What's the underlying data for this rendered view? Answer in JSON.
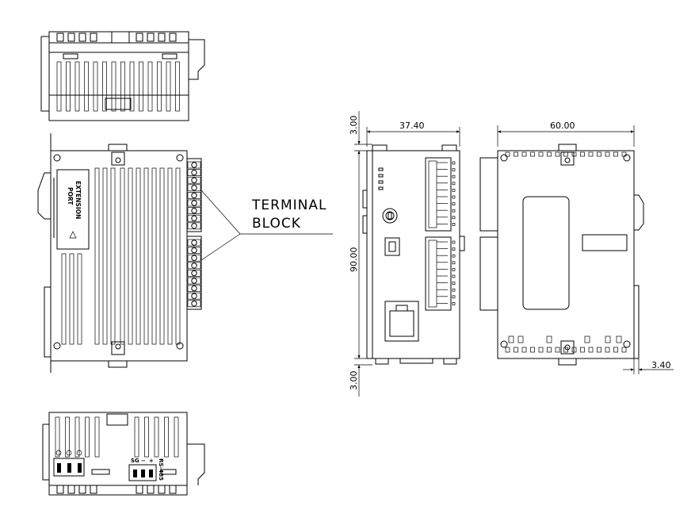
{
  "callout": {
    "line1": "TERMINAL",
    "line2": "BLOCK"
  },
  "front_panel": {
    "port_label_1": "EXTENSION",
    "port_label_2": "PORT"
  },
  "bottom_view": {
    "pin_labels": [
      "SG",
      "−",
      "+"
    ],
    "rs_label": "RS-485"
  },
  "dimensions": {
    "top_offset": "3.00",
    "height": "90.00",
    "bottom_offset": "3.00",
    "side_depth": "37.40",
    "rear_width": "60.00",
    "rail_offset": "3.40"
  }
}
